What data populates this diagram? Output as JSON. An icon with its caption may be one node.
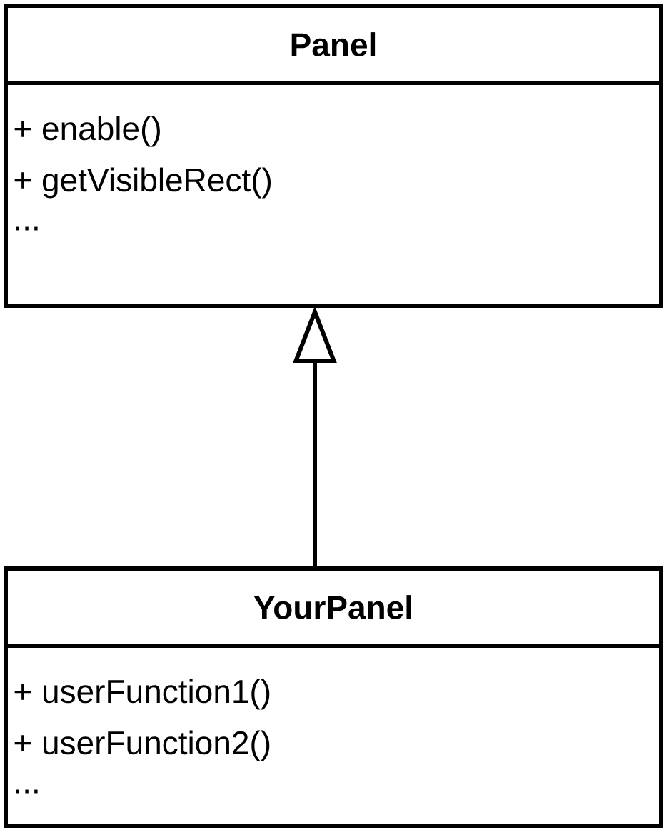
{
  "diagram": {
    "nodes": [
      {
        "text": [
          "Panel",
          "+ enable()",
          "+ getVisibleRect()",
          "..."
        ]
      },
      {
        "text": [
          "YourPanel",
          "+ userFunction1()",
          "+ userFunction2()",
          "..."
        ]
      }
    ],
    "edges": [
      {
        "from": 1,
        "to": 0,
        "arrow": "to"
      }
    ]
  }
}
